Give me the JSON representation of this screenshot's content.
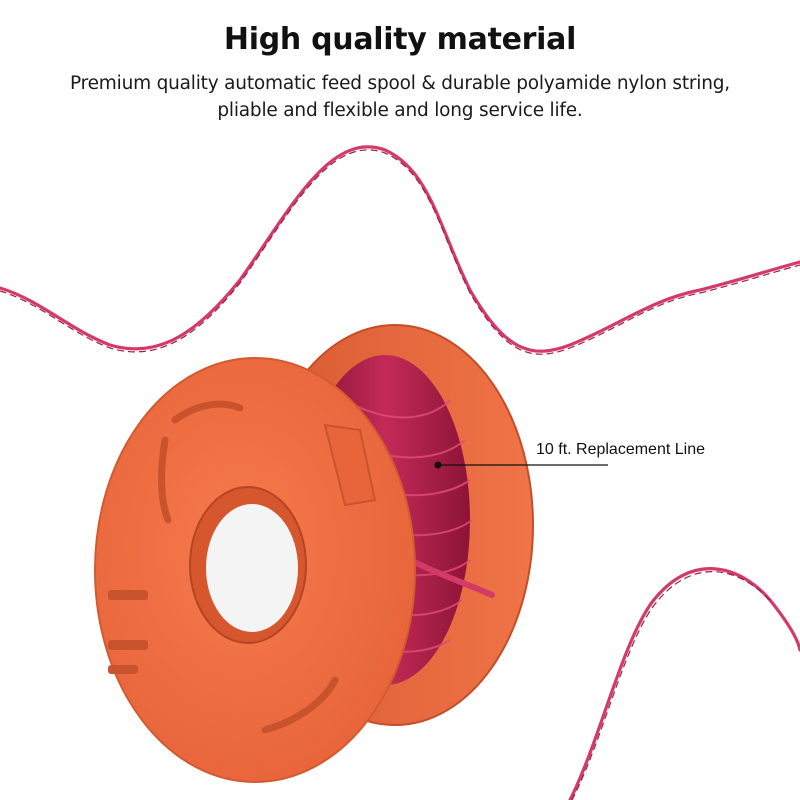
{
  "headline": "High quality material",
  "subtitle": {
    "line1": "Premium quality automatic feed spool & durable polyamide nylon string,",
    "line2": "pliable and flexible and long service life."
  },
  "callout": {
    "label": "10 ft. Replacement Line"
  },
  "colors": {
    "spool": "#f07040",
    "spool_shadow": "#c9532c",
    "line": "#d43a68",
    "line_dark": "#a01c40",
    "text": "#111111",
    "background": "#ffffff"
  }
}
